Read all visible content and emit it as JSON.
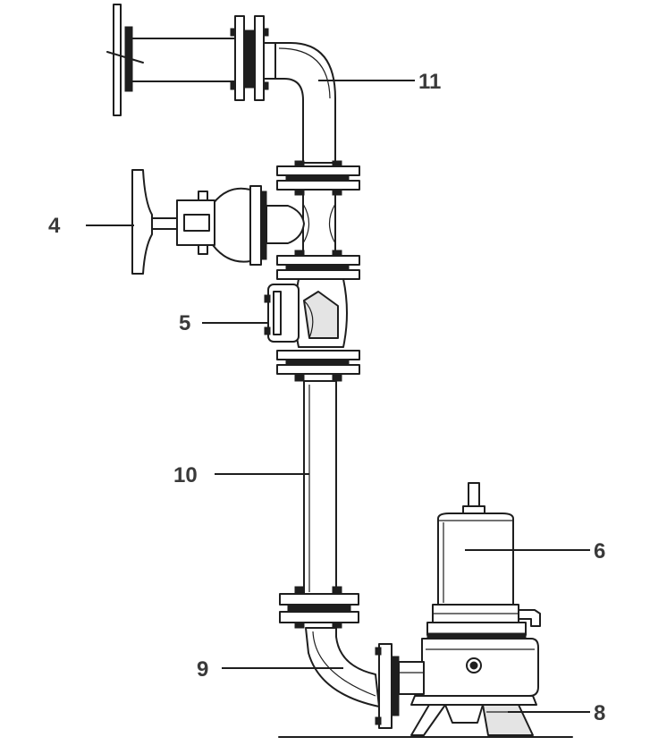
{
  "labels": {
    "l11": "11",
    "l4": "4",
    "l5": "5",
    "l10": "10",
    "l6": "6",
    "l9": "9",
    "l8": "8"
  },
  "colors": {
    "stroke": "#1e1e1e",
    "label": "#3a3a3a",
    "shade": "#e4e4e4",
    "background": "#ffffff"
  }
}
